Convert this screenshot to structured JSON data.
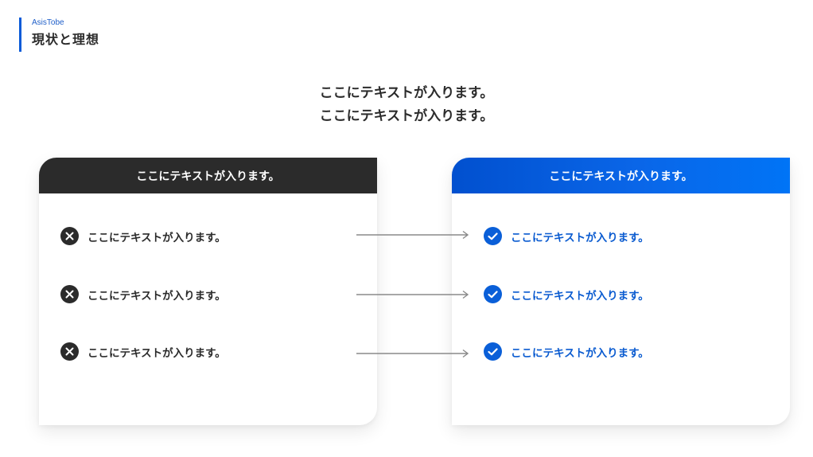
{
  "header": {
    "eyebrow": "AsisTobe",
    "title": "現状と理想",
    "accent_color": "#0a5bd8"
  },
  "lead": {
    "lines": [
      "ここにテキストが入ります。",
      "ここにテキストが入ります。"
    ]
  },
  "as_is": {
    "heading": "ここにテキストが入ります。",
    "header_color": "#2b2b2b",
    "icon": "x-circle-icon",
    "items": [
      {
        "label": "ここにテキストが入ります。"
      },
      {
        "label": "ここにテキストが入ります。"
      },
      {
        "label": "ここにテキストが入ります。"
      }
    ]
  },
  "to_be": {
    "heading": "ここにテキストが入ります。",
    "header_gradient": [
      "#0150cf",
      "#0074f6"
    ],
    "icon": "check-circle-icon",
    "text_color": "#0a5bd0",
    "items": [
      {
        "label": "ここにテキストが入ります。"
      },
      {
        "label": "ここにテキストが入ります。"
      },
      {
        "label": "ここにテキストが入ります。"
      }
    ]
  },
  "connectors": {
    "icon": "arrow-right-icon",
    "color": "#8a8a8a",
    "count": 3
  }
}
